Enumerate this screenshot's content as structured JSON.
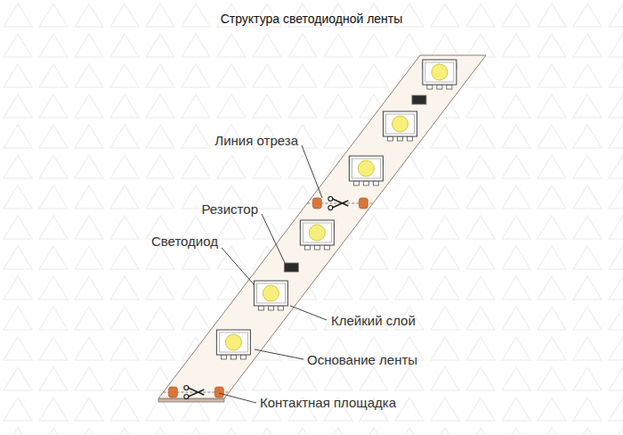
{
  "diagram": {
    "title": "Структура светодиодной ленты",
    "labels": [
      "Линия отреза",
      "Резистор",
      "Светодиод",
      "Клейкий слой",
      "Основание ленты",
      "Контактная площадка"
    ]
  }
}
